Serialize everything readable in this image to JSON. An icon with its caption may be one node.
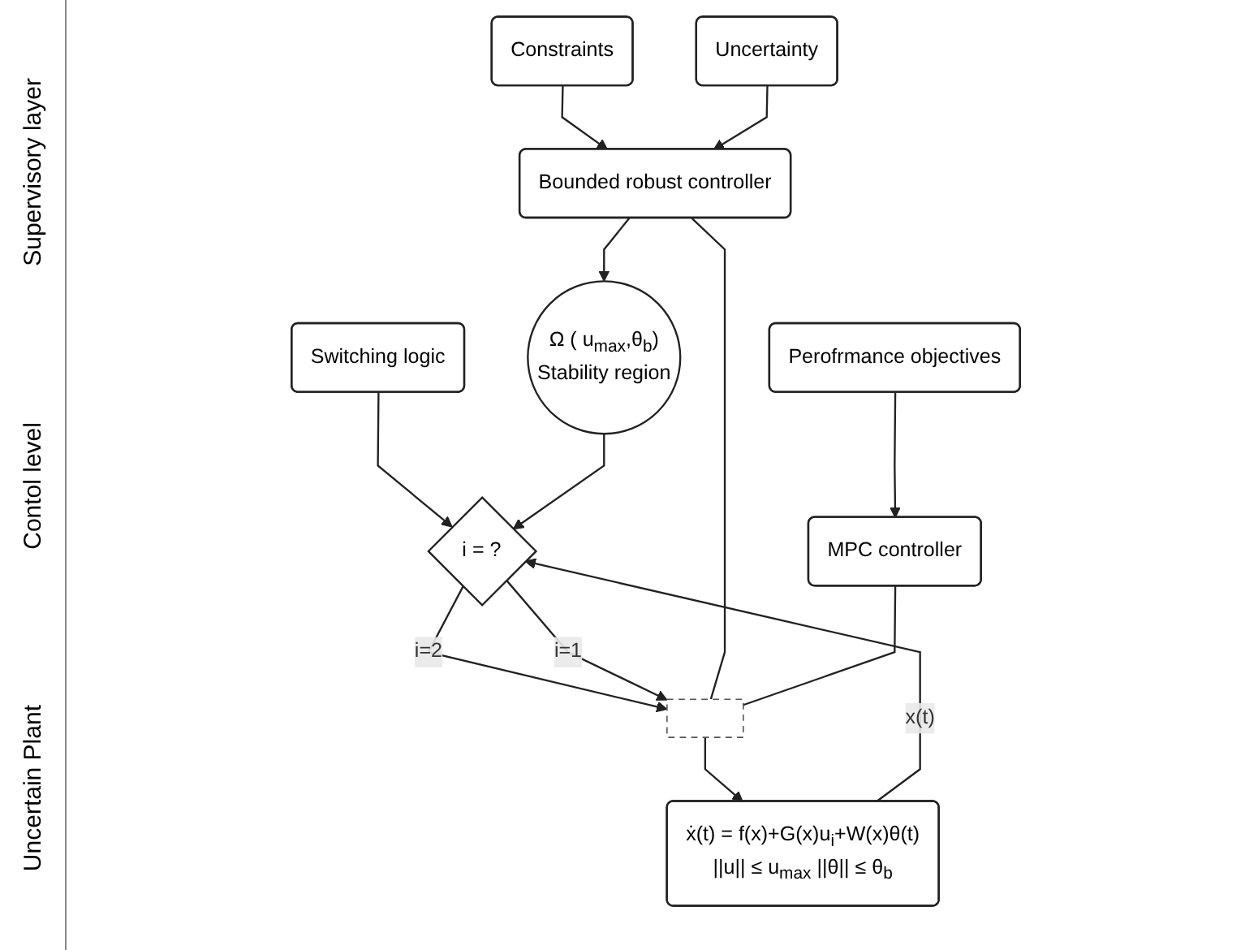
{
  "diagram": {
    "nodes": [
      {
        "text": [
          "Switching logic"
        ]
      },
      {
        "text": [
          "Ω ( u$_{max}$,θ$_{b}$)",
          "Stability region"
        ]
      },
      {
        "text": [
          "i = ?"
        ]
      },
      {
        "text": [
          "Perofrmance objectives"
        ]
      },
      {
        "text": [
          "Constraints"
        ]
      },
      {
        "text": [
          "Bounded robust controller"
        ]
      },
      {
        "text": [],
        "shape": "box"
      },
      {
        "text": [
          "MPC controller"
        ]
      },
      {
        "text": [
          "Uncertainty"
        ]
      },
      {
        "text": [
          "ẋ(t) = f(x)+G(x)u$_{i}$+W(x)θ(t)",
          "||u|| ≤ u$_{max}$  ||θ|| ≤ θ$_{b}$"
        ]
      }
    ],
    "edges": [
      {
        "from": 0,
        "to": 2,
        "arrow": "to"
      },
      {
        "from": 1,
        "to": 2,
        "arrow": "to"
      },
      {
        "from": 9,
        "to": 2,
        "arrow": "to",
        "label": "x(t)"
      },
      {
        "from": 5,
        "to": 1,
        "arrow": "to"
      },
      {
        "from": 3,
        "to": 7,
        "arrow": "to"
      },
      {
        "from": 4,
        "to": 5,
        "arrow": "to"
      },
      {
        "from": 2,
        "to": 6,
        "arrow": "to",
        "label": "i=2"
      },
      {
        "from": 2,
        "to": 6,
        "arrow": "to",
        "label": "i=1"
      },
      {
        "from": 5,
        "to": 6,
        "arrow": "none"
      },
      {
        "from": 7,
        "to": 6,
        "arrow": "none"
      },
      {
        "from": 8,
        "to": 5,
        "arrow": "to"
      },
      {
        "from": 6,
        "to": 9,
        "arrow": "to"
      }
    ],
    "labels": [
      "Supervisory layer",
      "Contol level",
      "Uncertain Plant"
    ]
  }
}
